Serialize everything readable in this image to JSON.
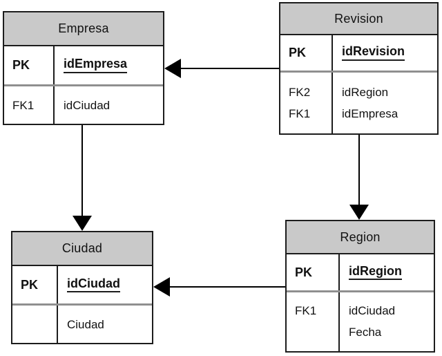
{
  "diagram": {
    "type": "entity-relationship",
    "colors": {
      "header_fill": "#c9c9c9",
      "border": "#1c1c1c",
      "pk_divider": "#8f8f8f",
      "arrow": "#000000",
      "background": "#ffffff"
    }
  },
  "tables": [
    {
      "title": "Empresa",
      "pk": {
        "key": "PK",
        "field": "idEmpresa"
      },
      "attrs": [
        {
          "key": "FK1",
          "field": "idCiudad"
        }
      ]
    },
    {
      "title": "Revision",
      "pk": {
        "key": "PK",
        "field": "idRevision"
      },
      "attrs": [
        {
          "key": "FK2",
          "field": "idRegion"
        },
        {
          "key": "FK1",
          "field": "idEmpresa"
        }
      ]
    },
    {
      "title": "Ciudad",
      "pk": {
        "key": "PK",
        "field": "idCiudad"
      },
      "attrs": [
        {
          "key": "",
          "field": "Ciudad"
        }
      ]
    },
    {
      "title": "Region",
      "pk": {
        "key": "PK",
        "field": "idRegion"
      },
      "attrs": [
        {
          "key": "FK1",
          "field": "idCiudad"
        },
        {
          "key": "",
          "field": "Fecha"
        }
      ]
    }
  ],
  "relations": [
    {
      "from": "Revision",
      "to": "Empresa",
      "direction": "left"
    },
    {
      "from": "Empresa",
      "to": "Ciudad",
      "direction": "down"
    },
    {
      "from": "Revision",
      "to": "Region",
      "direction": "down"
    },
    {
      "from": "Region",
      "to": "Ciudad",
      "direction": "left"
    }
  ]
}
